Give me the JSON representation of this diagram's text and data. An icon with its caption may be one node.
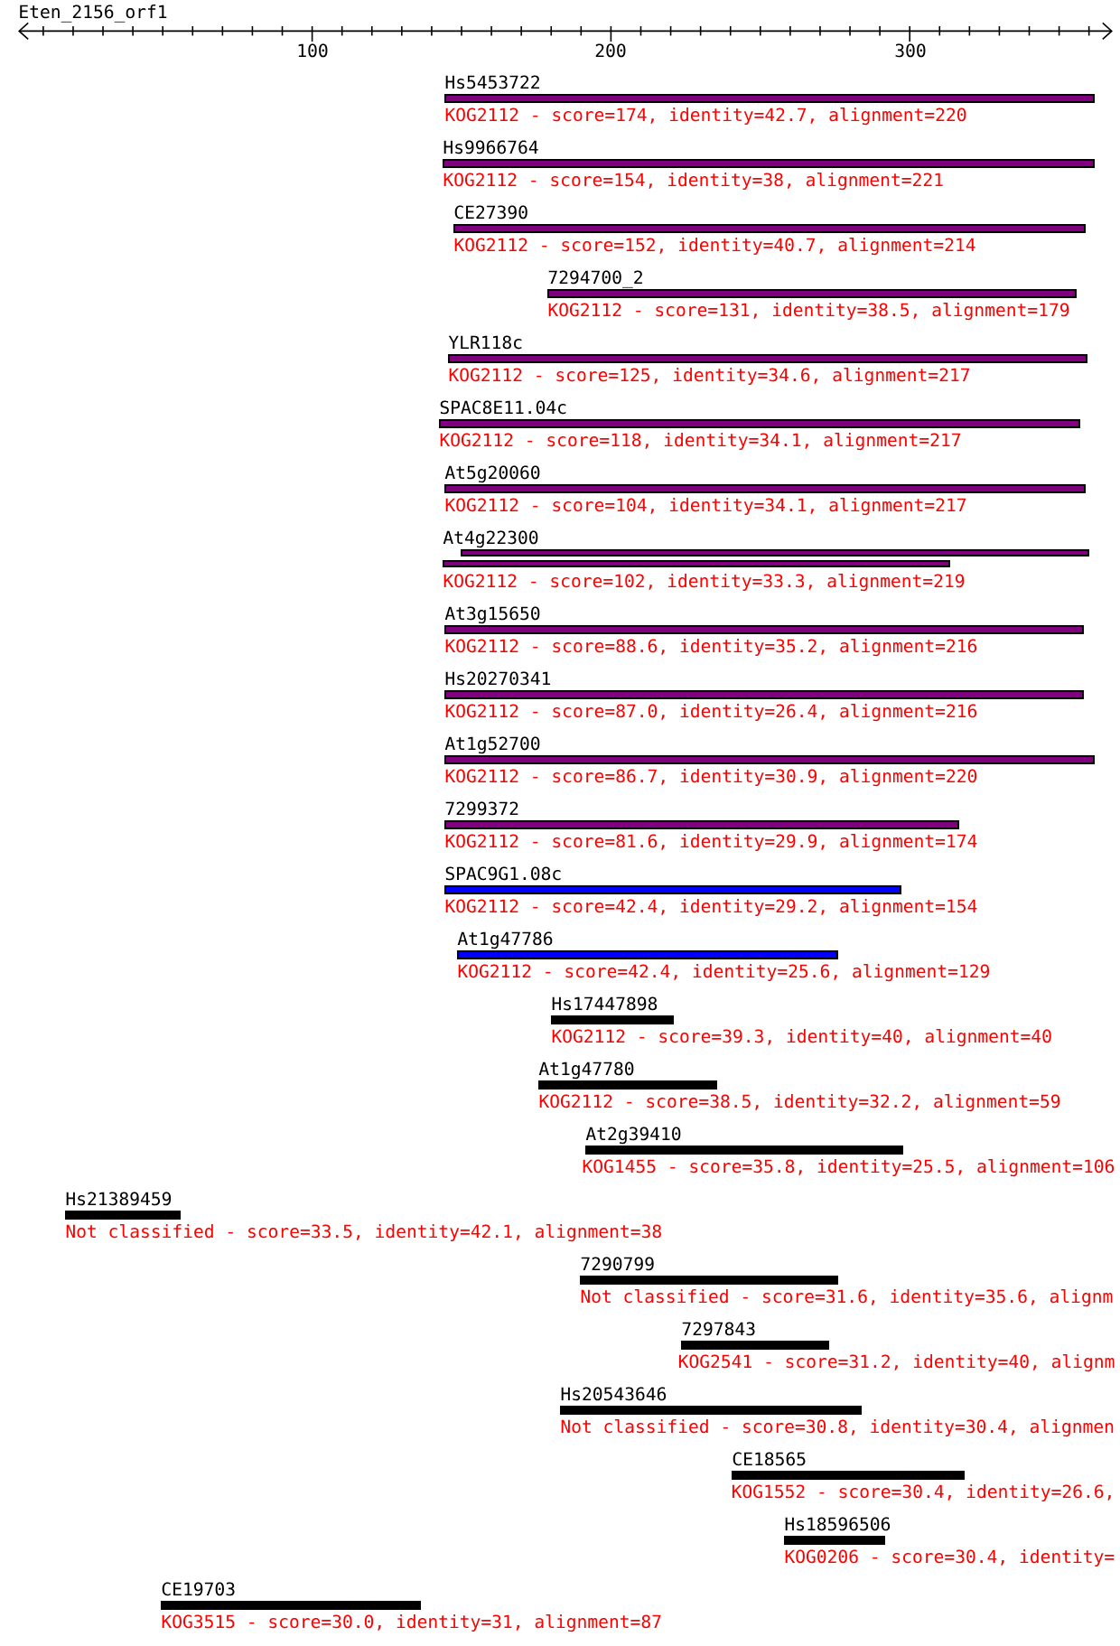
{
  "diagram": {
    "title": "Eten_2156_orf1",
    "nodes": [
      {
        "text": [
          "Hs5453722"
        ],
        "beside": [
          "KOG2112 - score=174, identity=42.7, alignment=220"
        ]
      },
      {
        "text": [
          "Hs9966764"
        ],
        "beside": [
          "KOG2112 - score=154, identity=38, alignment=221"
        ]
      },
      {
        "text": [
          "CE27390"
        ],
        "beside": [
          "KOG2112 - score=152, identity=40.7, alignment=214"
        ]
      },
      {
        "text": [
          "7294700_2"
        ],
        "beside": [
          "KOG2112 - score=131, identity=38.5, alignment=179"
        ]
      },
      {
        "text": [
          "YLR118c"
        ],
        "beside": [
          "KOG2112 - score=125, identity=34.6, alignment=217"
        ]
      },
      {
        "text": [
          "SPAC8E11.04c"
        ],
        "beside": [
          "KOG2112 - score=118, identity=34.1, alignment=217"
        ]
      },
      {
        "text": [
          "At5g20060"
        ],
        "beside": [
          "KOG2112 - score=104, identity=34.1, alignment=217"
        ]
      },
      {
        "text": [
          "At4g22300"
        ],
        "beside": [
          "KOG2112 - score=102, identity=33.3, alignment=219"
        ]
      },
      {
        "text": [
          "At3g15650"
        ],
        "beside": [
          "KOG2112 - score=88.6, identity=35.2, alignment=216"
        ]
      },
      {
        "text": [
          "Hs20270341"
        ],
        "beside": [
          "KOG2112 - score=87.0, identity=26.4, alignment=216"
        ]
      },
      {
        "text": [
          "At1g52700"
        ],
        "beside": [
          "KOG2112 - score=86.7, identity=30.9, alignment=220"
        ]
      },
      {
        "text": [
          "7299372"
        ],
        "beside": [
          "KOG2112 - score=81.6, identity=29.9, alignment=174"
        ]
      },
      {
        "text": [
          "SPAC9G1.08c"
        ],
        "beside": [
          "KOG2112 - score=42.4, identity=29.2, alignment=154"
        ]
      },
      {
        "text": [
          "At1g47786"
        ],
        "beside": [
          "KOG2112 - score=42.4, identity=25.6, alignment=129"
        ]
      },
      {
        "text": [
          "Hs17447898"
        ],
        "beside": [
          "KOG2112 - score=39.3, identity=40, alignment=40"
        ]
      },
      {
        "text": [
          "At1g47780"
        ],
        "beside": [
          "KOG2112 - score=38.5, identity=32.2, alignment=59"
        ]
      },
      {
        "text": [
          "At2g39410"
        ],
        "beside": [
          "KOG1455 - score=35.8, identity=25.5, alignment=106"
        ]
      },
      {
        "text": [
          "Hs21389459"
        ],
        "beside": [
          "Not classified - score=33.5, identity=42.1, alignment=38"
        ]
      },
      {
        "text": [
          "7290799"
        ],
        "beside": [
          "Not classified - score=31.6, identity=35.6, alignm"
        ]
      },
      {
        "text": [
          "7297843"
        ],
        "beside": [
          "KOG2541 - score=31.2, identity=40, alignm"
        ]
      },
      {
        "text": [
          "Hs20543646"
        ],
        "beside": [
          "Not classified - score=30.8, identity=30.4, alignmen"
        ]
      },
      {
        "text": [
          "CE18565"
        ],
        "beside": [
          "KOG1552 - score=30.4, identity=26.6,"
        ]
      },
      {
        "text": [
          "Hs18596506"
        ],
        "beside": [
          "KOG0206 - score=30.4, identity="
        ]
      },
      {
        "text": [
          "CE19703"
        ],
        "beside": [
          "KOG3515 - score=30.0, identity=31, alignment=87"
        ]
      }
    ],
    "labels": [
      "100",
      "200",
      "300"
    ]
  }
}
